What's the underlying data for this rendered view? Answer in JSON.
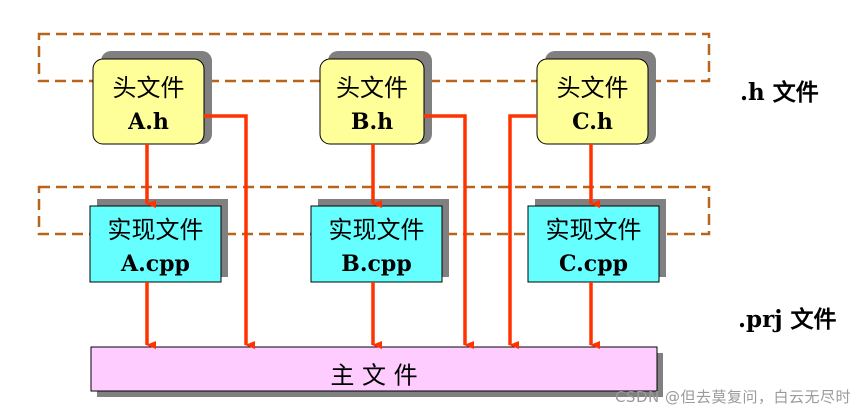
{
  "colors": {
    "header_fill": "#FFFF99",
    "impl_fill": "#66FFFF",
    "main_fill": "#FFCCFF",
    "shadow": "#808080",
    "arrow": "#FF3300",
    "dashed_group": "#B8651B",
    "watermark": "#9a9a9a"
  },
  "headers": [
    {
      "line1": "头文件",
      "line2": "A.h"
    },
    {
      "line1": "头文件",
      "line2": "B.h"
    },
    {
      "line1": "头文件",
      "line2": "C.h"
    }
  ],
  "implementations": [
    {
      "line1": "实现文件",
      "line2": "A.cpp"
    },
    {
      "line1": "实现文件",
      "line2": "B.cpp"
    },
    {
      "line1": "实现文件",
      "line2": "C.cpp"
    }
  ],
  "main_file": {
    "label": "主 文 件"
  },
  "side_labels": {
    "h_files": ".h 文件",
    "prj_files": ".prj 文件"
  },
  "watermark": "CSDN @但去莫复问，白云无尽时"
}
